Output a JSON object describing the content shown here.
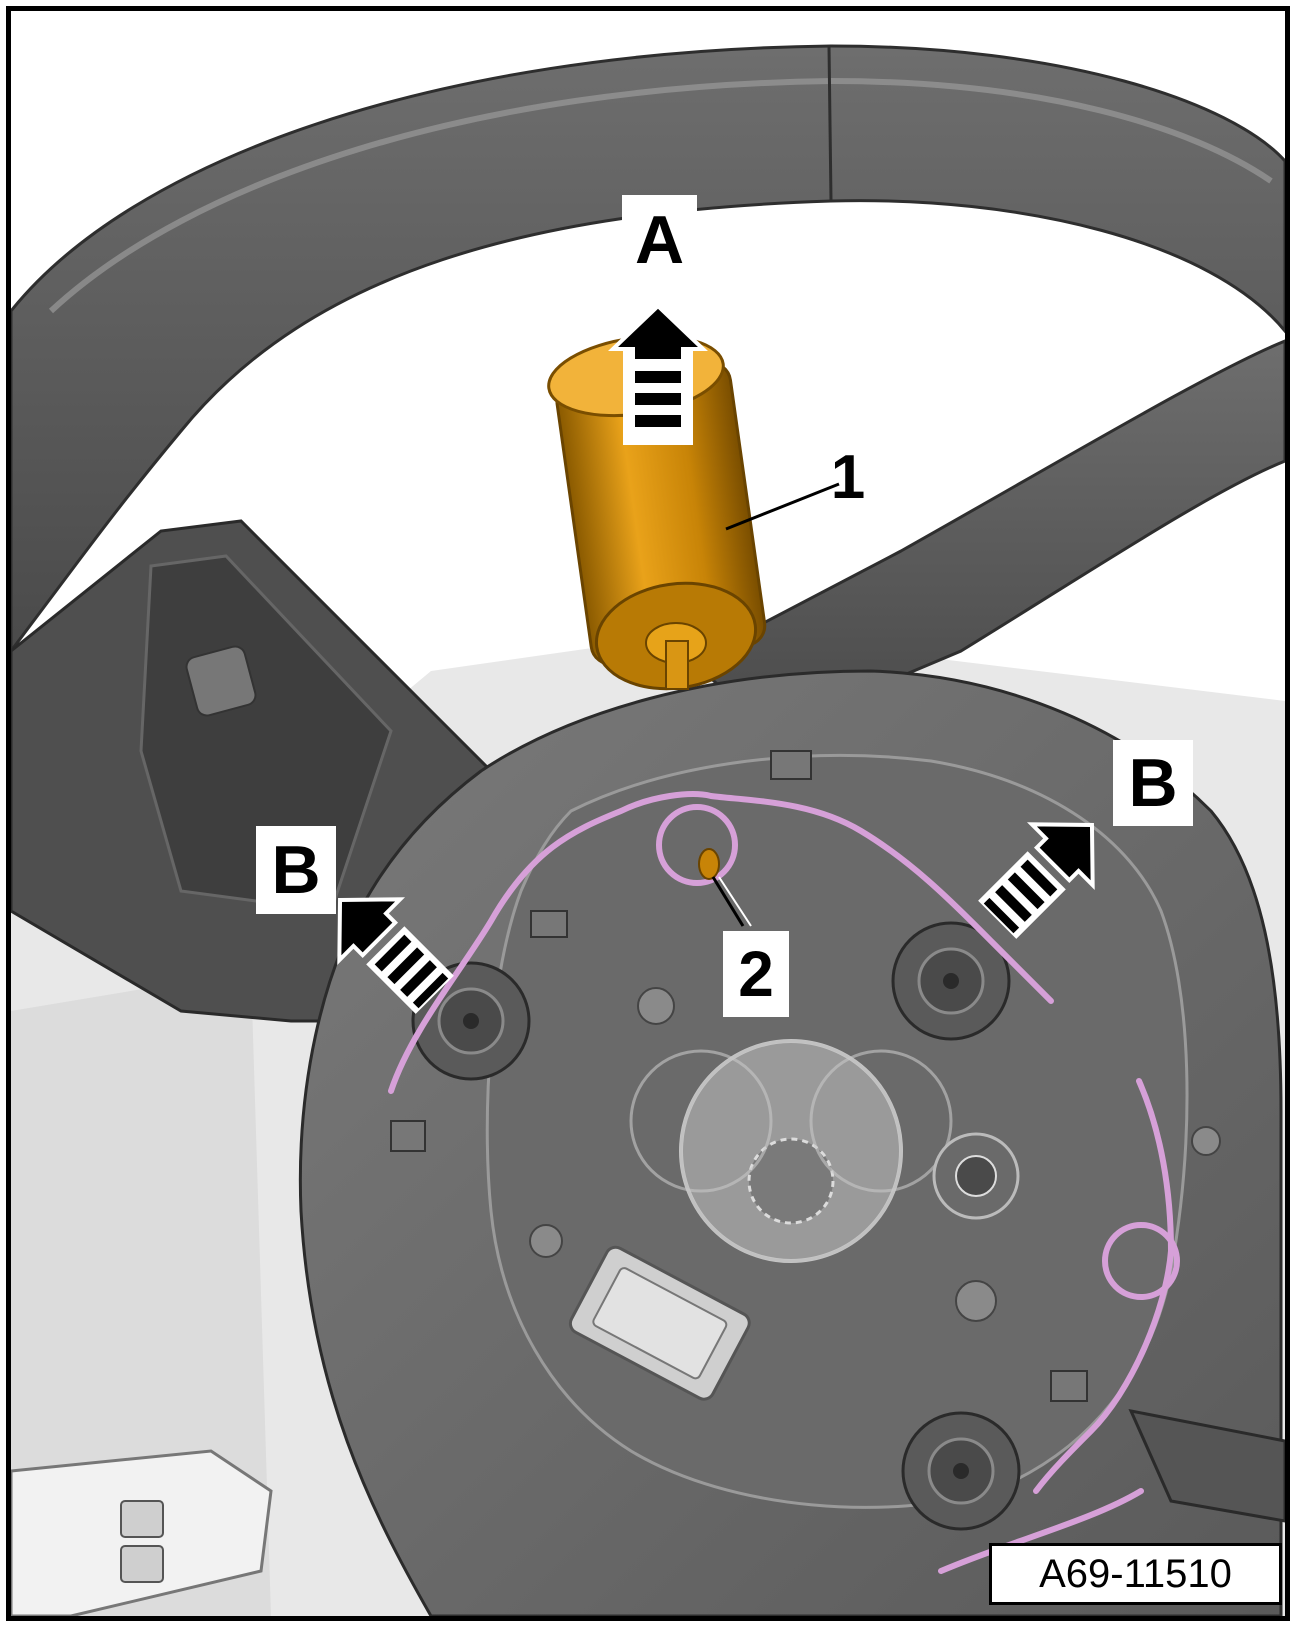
{
  "callouts": {
    "arrow_a": "A",
    "part_1": "1",
    "arrow_b_left": "B",
    "arrow_b_right": "B",
    "part_2": "2"
  },
  "figure_code": "A69-11510",
  "colors": {
    "tool_body": "#d08a0a",
    "spring_wire": "#d6a0d8",
    "wheel_dark": "#5c5c5c",
    "wheel_mid": "#8a8a8a",
    "background_light": "#e6e6e6"
  },
  "icons": [
    "arrow-up-icon",
    "arrow-upleft-icon",
    "arrow-upright-icon"
  ]
}
